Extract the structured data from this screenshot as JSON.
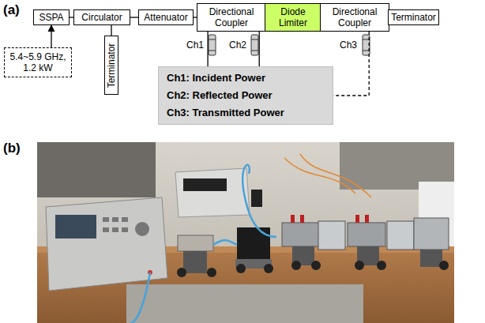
{
  "diagram": {
    "nodes": [
      {
        "text": [
          "SSPA"
        ]
      },
      {
        "text": [
          "Circulator"
        ]
      },
      {
        "text": [
          "Attenuator"
        ]
      },
      {
        "text": [
          "Directional Coupler"
        ]
      },
      {
        "text": [
          "Diode Limiter"
        ]
      },
      {
        "text": [
          "Directional Coupler"
        ]
      },
      {
        "text": [
          "Terminator"
        ]
      },
      {
        "text": [
          "Terminator"
        ]
      },
      {
        "text": [
          "5.4~5.9 GHz, 1.2 kW"
        ]
      },
      {
        "text": [
          "Ch1: Incident Power",
          "Ch2: Reflected Power",
          "Ch3: Transmitted Power"
        ]
      }
    ],
    "edges": [
      {
        "from": 8,
        "to": 0,
        "arrow": "to"
      },
      {
        "from": 0,
        "to": 1,
        "arrow": "none"
      },
      {
        "from": 1,
        "to": 7,
        "arrow": "none"
      },
      {
        "from": 1,
        "to": 2,
        "arrow": "none"
      },
      {
        "from": 2,
        "to": 3,
        "arrow": "none"
      },
      {
        "from": 3,
        "to": 4,
        "arrow": "none"
      },
      {
        "from": 4,
        "to": 5,
        "arrow": "none"
      },
      {
        "from": 5,
        "to": 6,
        "arrow": "none"
      },
      {
        "from": 3,
        "to": 9,
        "arrow": "none"
      },
      {
        "from": 3,
        "to": 9,
        "arrow": "none"
      },
      {
        "from": 5,
        "to": 9,
        "arrow": "none"
      }
    ],
    "labels": [
      "(a)",
      "(b)",
      "Ch1",
      "Ch2",
      "Ch3"
    ]
  }
}
